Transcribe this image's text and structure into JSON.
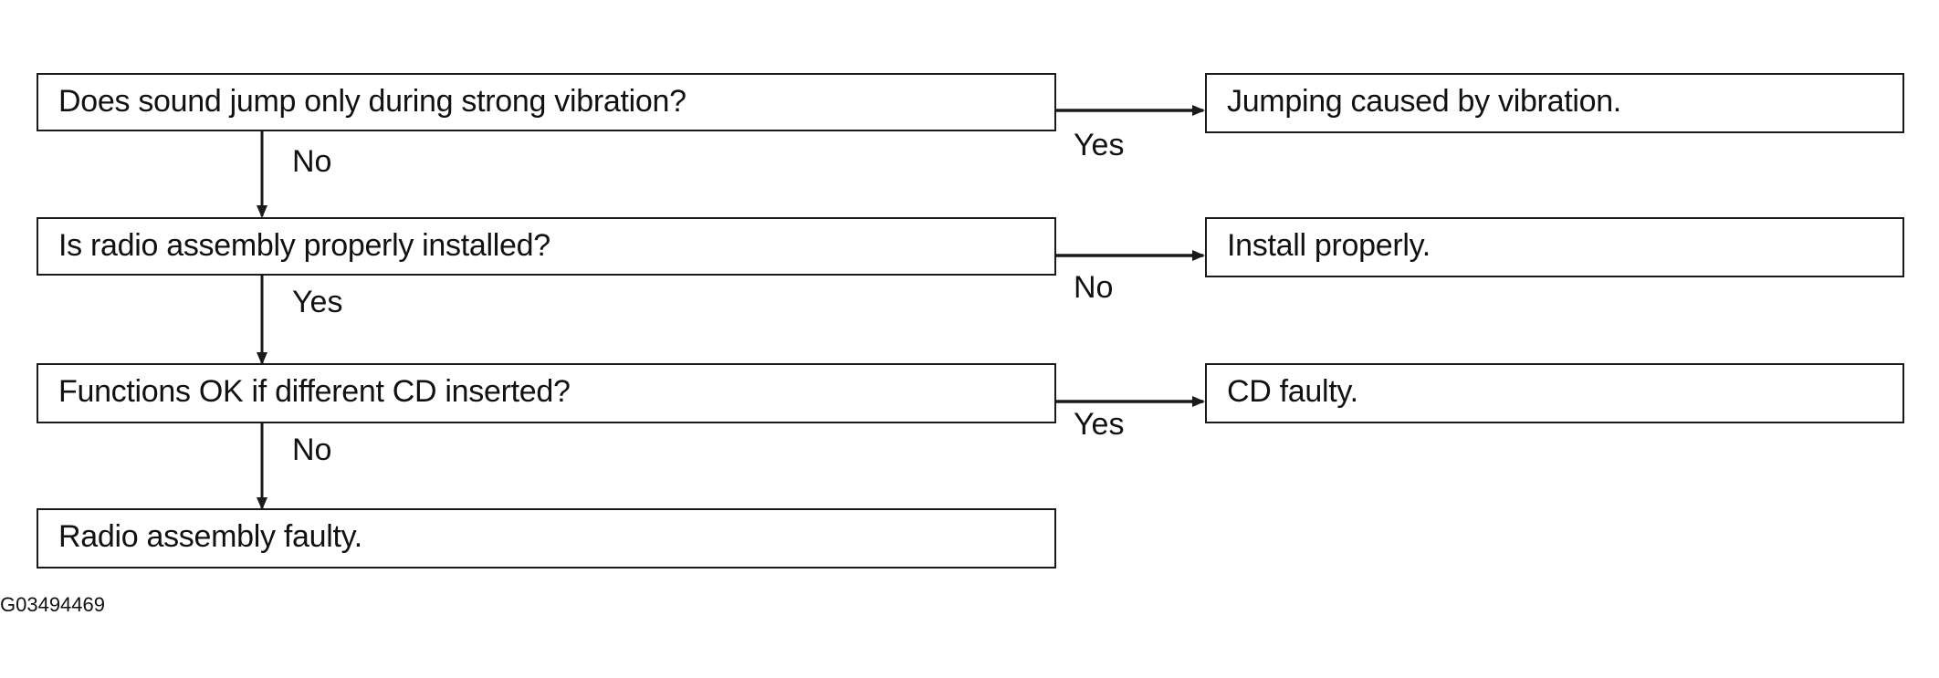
{
  "flowchart": {
    "q1": "Does sound jump only during strong vibration?",
    "q1_yes_result": "Jumping caused by vibration.",
    "q1_yes_label": "Yes",
    "q1_no_label": "No",
    "q2": "Is radio assembly properly installed?",
    "q2_no_result": "Install properly.",
    "q2_no_label": "No",
    "q2_yes_label": "Yes",
    "q3": "Functions OK if different CD inserted?",
    "q3_yes_result": "CD faulty.",
    "q3_yes_label": "Yes",
    "q3_no_label": "No",
    "final": "Radio assembly faulty."
  },
  "figure_code": "G03494469"
}
